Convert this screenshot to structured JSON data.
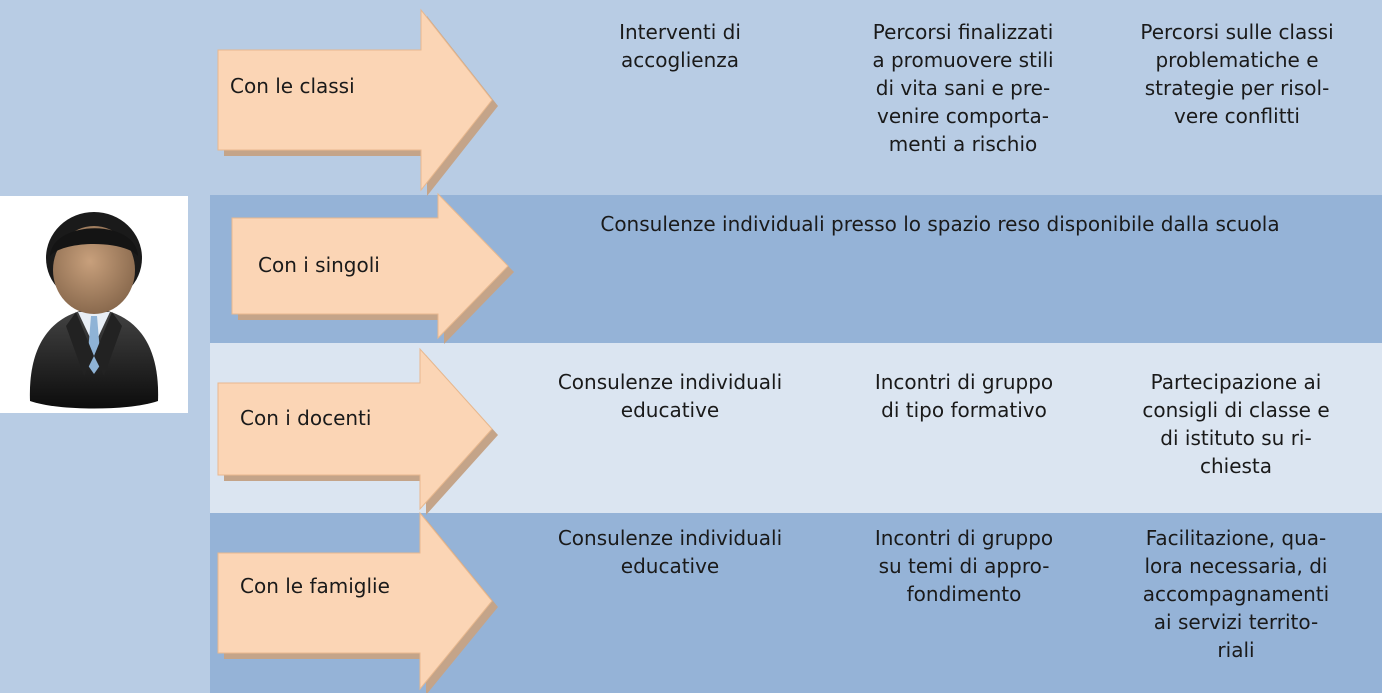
{
  "colors": {
    "left_panel": "#b8cce4",
    "band_light": "#dbe5f1",
    "band_mid": "#b8cce4",
    "band_dark": "#95b3d7",
    "arrow_fill": "#fbd5b5",
    "arrow_shadow": "#c4a489",
    "text": "#1a1a1a"
  },
  "avatar": {
    "icon": "person-in-suit-icon"
  },
  "rows": [
    {
      "label": "Con le classi",
      "items": [
        "Interventi di\naccoglienza",
        "Percorsi finalizzati\na promuovere stili\ndi vita sani e pre-\nvenire comporta-\nmenti a rischio",
        "Percorsi sulle classi\nproblematiche e\nstrategie per risol-\nvere conflitti"
      ]
    },
    {
      "label": "Con i singoli",
      "items": [
        "Consulenze individuali presso lo spazio reso disponibile dalla scuola"
      ]
    },
    {
      "label": "Con i docenti",
      "items": [
        "Consulenze individuali\neducative",
        "Incontri di gruppo\ndi tipo formativo",
        "Partecipazione ai\nconsigli di classe e\ndi istituto su ri-\nchiesta"
      ]
    },
    {
      "label": "Con le famiglie",
      "items": [
        "Consulenze individuali\neducative",
        "Incontri di gruppo\nsu temi di appro-\nfondimento",
        "Facilitazione, qua-\nlora necessaria, di\naccompagnamenti\nai servizi territo-\nriali"
      ]
    }
  ]
}
